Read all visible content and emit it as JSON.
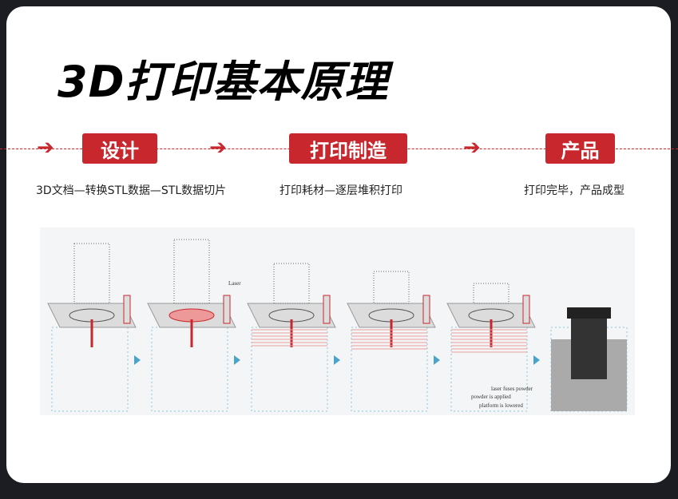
{
  "title": "3D打印基本原理",
  "steps": [
    {
      "label": "设计",
      "caption": "3D文档—转换STL数据—STL数据切片"
    },
    {
      "label": "打印制造",
      "caption": "打印耗材—逐层堆积打印"
    },
    {
      "label": "产品",
      "caption": "打印完毕，产品成型"
    }
  ],
  "illustration": {
    "laser_label": "Laser",
    "annotations": [
      "laser fuses powder",
      "powder is applied",
      "platform is lowered"
    ]
  },
  "colors": {
    "accent": "#c8282d",
    "arrow_panel": "#4aa3c8"
  }
}
